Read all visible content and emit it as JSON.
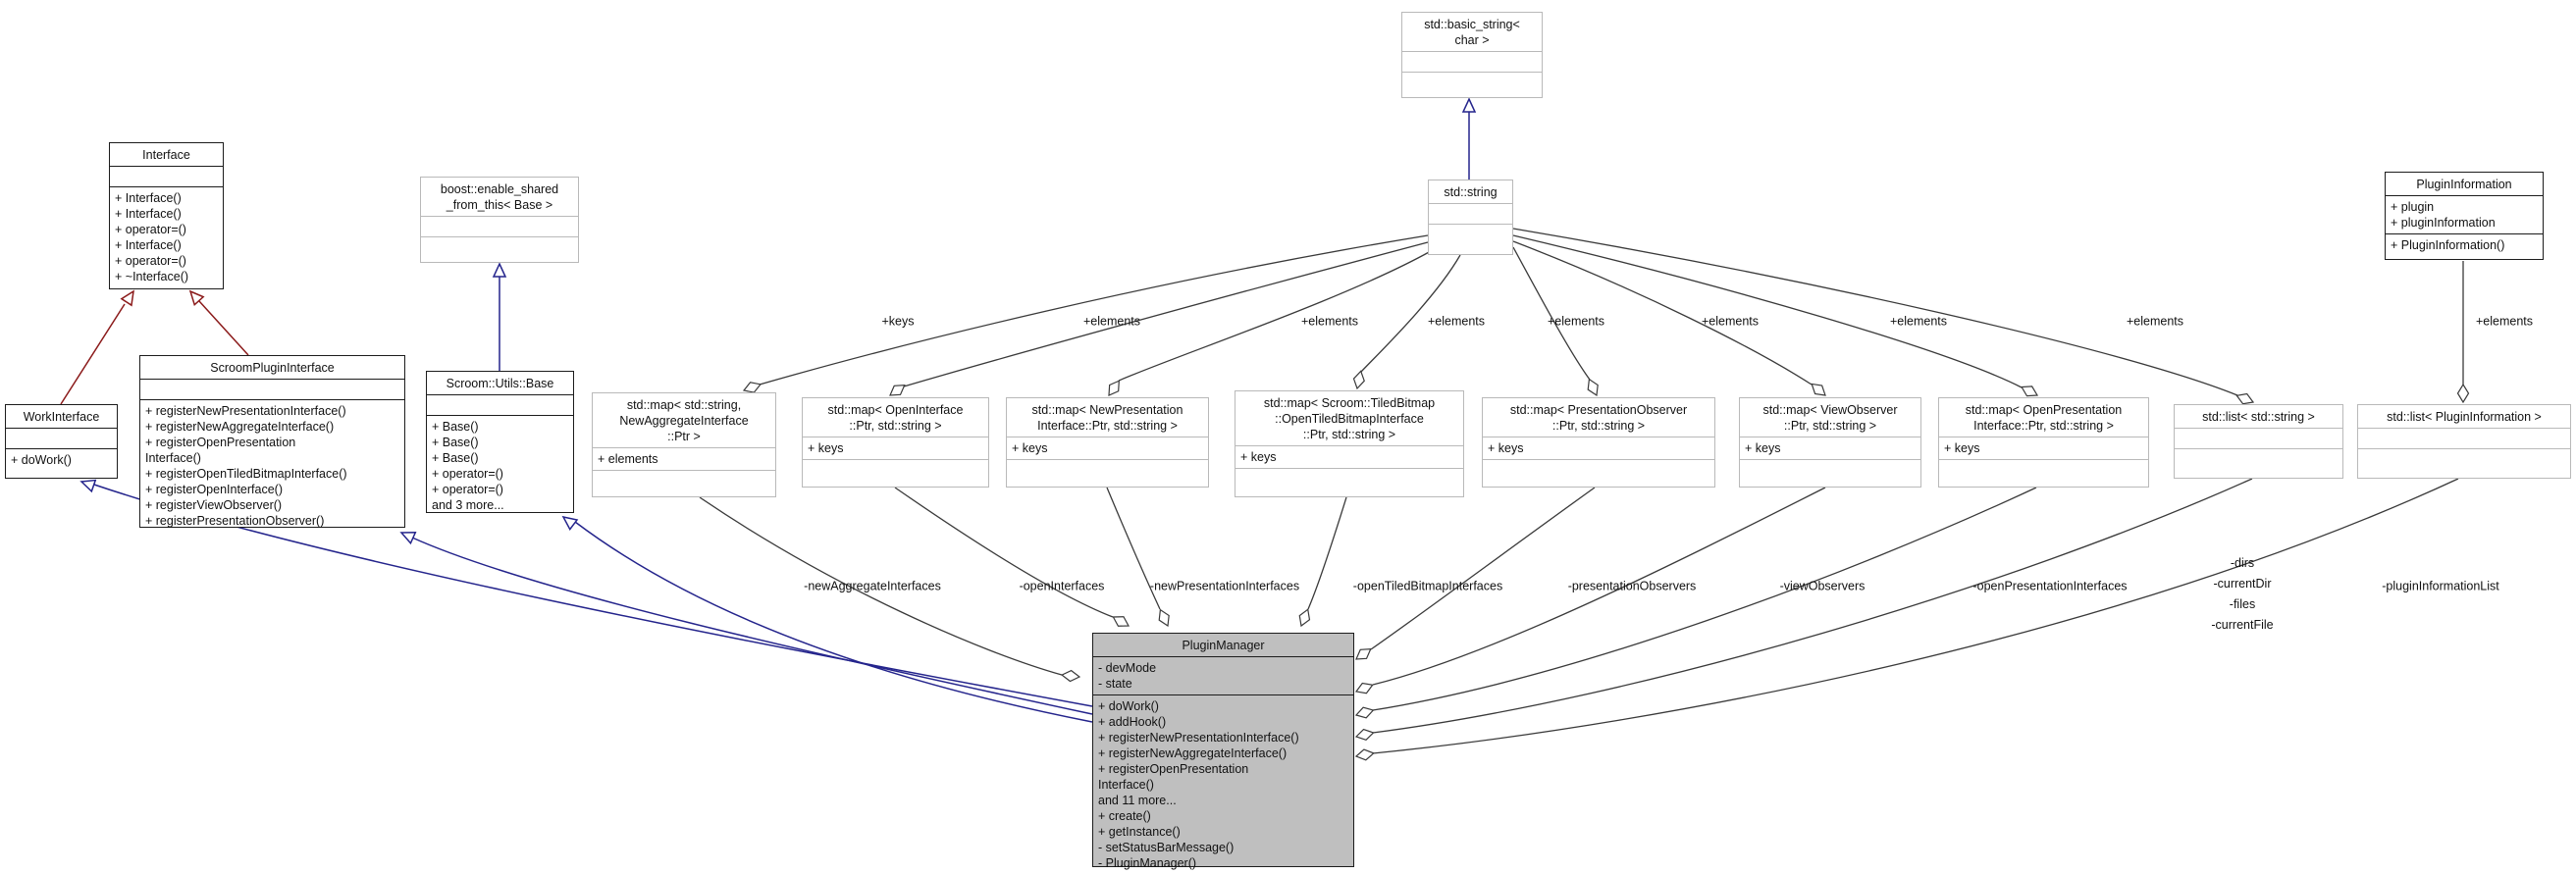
{
  "diagram_type": "uml-collaboration-diagram",
  "colors": {
    "inheritance_public": "#24248c",
    "inheritance_other": "#8b1a1a",
    "aggregation": "#3a3a3a",
    "focus_fill": "#bfbfbf",
    "box_border_light": "#b9b9b9",
    "box_border_dark": "#1c1c1c"
  },
  "classes": {
    "basic_string": {
      "title": "std::basic_string<\nchar >",
      "attributes": [],
      "methods": []
    },
    "std_string": {
      "title": "std::string",
      "attributes": [],
      "methods": []
    },
    "interface": {
      "title": "Interface",
      "attributes": [],
      "methods": [
        "+ Interface()",
        "+ Interface()",
        "+ operator=()",
        "+ Interface()",
        "+ operator=()",
        "+ ~Interface()"
      ]
    },
    "work_interface": {
      "title": "WorkInterface",
      "attributes": [],
      "methods": [
        "+ doWork()"
      ]
    },
    "scroom_plugin_interface": {
      "title": "ScroomPluginInterface",
      "attributes": [],
      "methods": [
        "+ registerNewPresentationInterface()",
        "+ registerNewAggregateInterface()",
        "+ registerOpenPresentation",
        "Interface()",
        "+ registerOpenTiledBitmapInterface()",
        "+ registerOpenInterface()",
        "+ registerViewObserver()",
        "+ registerPresentationObserver()"
      ]
    },
    "boost_enable_shared": {
      "title": "boost::enable_shared\n_from_this< Base >",
      "attributes": [],
      "methods": []
    },
    "scroom_utils_base": {
      "title": "Scroom::Utils::Base",
      "attributes": [],
      "methods": [
        "+ Base()",
        "+ Base()",
        "+ Base()",
        "+ operator=()",
        "+ operator=()",
        "and 3 more..."
      ]
    },
    "map_new_aggregate": {
      "title": "std::map< std::string,\nNewAggregateInterface\n::Ptr >",
      "attributes": [
        "+ elements"
      ],
      "methods": []
    },
    "map_open_interface": {
      "title": "std::map< OpenInterface\n::Ptr, std::string >",
      "attributes": [
        "+ keys"
      ],
      "methods": []
    },
    "map_new_presentation": {
      "title": "std::map< NewPresentation\nInterface::Ptr, std::string >",
      "attributes": [
        "+ keys"
      ],
      "methods": []
    },
    "map_open_tiled_bitmap": {
      "title": "std::map< Scroom::TiledBitmap\n::OpenTiledBitmapInterface\n::Ptr, std::string >",
      "attributes": [
        "+ keys"
      ],
      "methods": []
    },
    "map_presentation_observer": {
      "title": "std::map< PresentationObserver\n::Ptr, std::string >",
      "attributes": [
        "+ keys"
      ],
      "methods": []
    },
    "map_view_observer": {
      "title": "std::map< ViewObserver\n::Ptr, std::string >",
      "attributes": [
        "+ keys"
      ],
      "methods": []
    },
    "map_open_presentation": {
      "title": "std::map< OpenPresentation\nInterface::Ptr, std::string >",
      "attributes": [
        "+ keys"
      ],
      "methods": []
    },
    "list_string": {
      "title": "std::list< std::string >",
      "attributes": [],
      "methods": []
    },
    "list_plugin_information": {
      "title": "std::list< PluginInformation >",
      "attributes": [],
      "methods": []
    },
    "plugin_information": {
      "title": "PluginInformation",
      "attributes": [
        "+ plugin",
        "+ pluginInformation"
      ],
      "methods": [
        "+ PluginInformation()"
      ]
    },
    "plugin_manager": {
      "title": "PluginManager",
      "attributes": [
        "- devMode",
        "- state"
      ],
      "methods": [
        "+ doWork()",
        "+ addHook()",
        "+ registerNewPresentationInterface()",
        "+ registerNewAggregateInterface()",
        "+ registerOpenPresentation",
        "Interface()",
        "and 11 more...",
        "+ create()",
        "+ getInstance()",
        "- setStatusBarMessage()",
        "- PluginManager()"
      ]
    }
  },
  "edge_labels": {
    "string_to_map_new_aggregate": "+keys",
    "string_to_map_open_interface": "+elements",
    "string_to_map_new_presentation": "+elements",
    "string_to_map_open_tiled_bitmap": "+elements",
    "string_to_map_presentation_observer": "+elements",
    "string_to_map_view_observer": "+elements",
    "string_to_map_open_presentation": "+elements",
    "string_to_list_string": "+elements",
    "plugininfo_to_list": "+elements",
    "pm_new_aggregate": "-newAggregateInterfaces",
    "pm_open_interfaces": "-openInterfaces",
    "pm_new_presentation": "-newPresentationInterfaces",
    "pm_open_tiled_bitmap": "-openTiledBitmapInterfaces",
    "pm_presentation_observers": "-presentationObservers",
    "pm_view_observers": "-viewObservers",
    "pm_open_presentation": "-openPresentationInterfaces",
    "pm_list_string": "-dirs\n-currentDir\n-files\n-currentFile",
    "pm_plugin_information_list": "-pluginInformationList"
  }
}
